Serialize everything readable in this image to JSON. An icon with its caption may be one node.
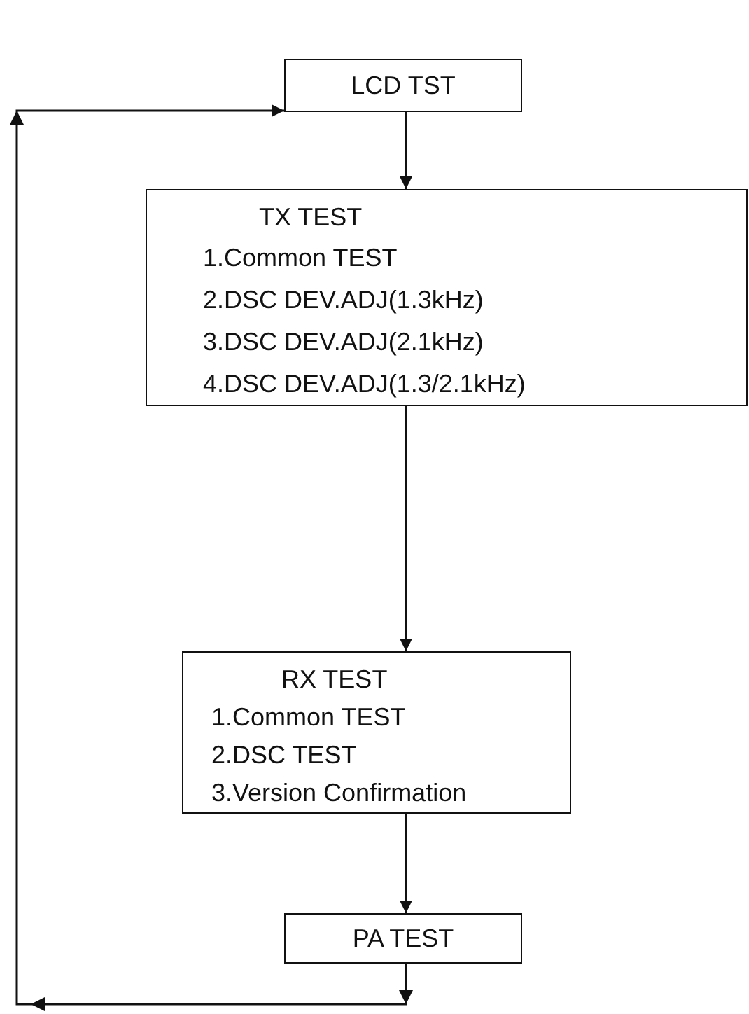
{
  "diagram": {
    "nodes": [
      {
        "text": [
          "LCD TST"
        ]
      },
      {
        "text": [
          "TX TEST",
          "1.Common TEST",
          "2.DSC DEV.ADJ(1.3kHz)",
          "3.DSC DEV.ADJ(2.1kHz)",
          "4.DSC DEV.ADJ(1.3/2.1kHz)"
        ]
      },
      {
        "text": [
          "RX TEST",
          "1.Common TEST",
          "2.DSC TEST",
          "3.Version Confirmation"
        ]
      },
      {
        "text": [
          "PA TEST"
        ]
      }
    ],
    "edges": [
      {
        "from": 0,
        "to": 1,
        "arrow": "to"
      },
      {
        "from": 1,
        "to": 2,
        "arrow": "to"
      },
      {
        "from": 2,
        "to": 3,
        "arrow": "to"
      },
      {
        "from": 3,
        "to": 0,
        "arrow": "to"
      }
    ]
  }
}
